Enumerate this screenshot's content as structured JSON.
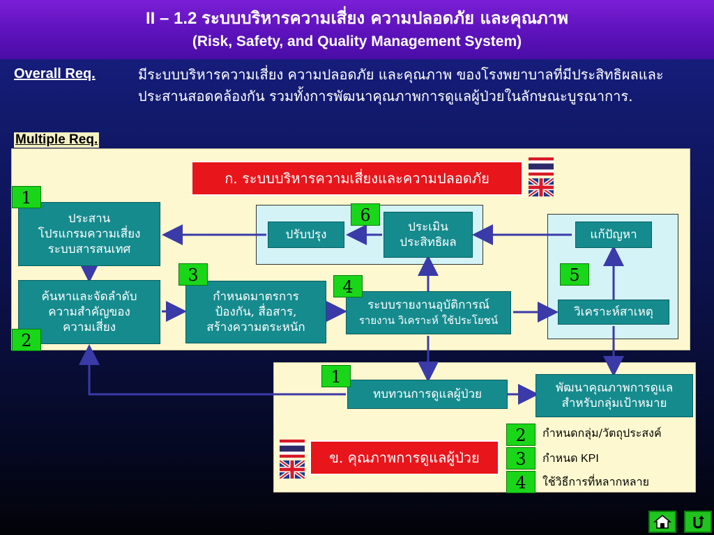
{
  "title": {
    "main_prefix": "II – 1.2",
    "main_thai": "ระบบบริหารความเสี่ยง ความปลอดภัย และคุณภาพ",
    "sub": "(Risk, Safety, and Quality Management System)"
  },
  "overall": {
    "label": "Overall Req.",
    "text": "มีระบบบริหารความเสี่ยง ความปลอดภัย และคุณภาพ ของโรงพยาบาลที่มีประสิทธิผลและประสานสอดคล้องกัน รวมทั้งการพัฒนาคุณภาพการดูแลผู้ป่วยในลักษณะบูรณาการ."
  },
  "multiple_label": "Multiple Req.",
  "section_a": {
    "header": "ก. ระบบบริหารความเสี่ยงและความปลอดภัย",
    "box_coordinate": "ประสาน โปรแกรมความเสี่ยง ระบบสารสนเทศ",
    "box_coordinate_lines": [
      "ประสาน",
      "โปรแกรมความเสี่ยง",
      "ระบบสารสนเทศ"
    ],
    "box_prioritize_lines": [
      "ค้นหาและจัดลำดับ",
      "ความสำคัญของ",
      "ความเสี่ยง"
    ],
    "box_prevent_lines": [
      "กำหนดมาตรการ",
      "ป้องกัน, สื่อสาร,",
      "สร้างความตระหนัก"
    ],
    "box_report_line1": "ระบบรายงานอุบัติการณ์",
    "box_report_line2": "รายงาน วิเคราะห์ ใช้ประโยชน์",
    "box_improve": "ปรับปรุง",
    "box_evaluate_lines": [
      "ประเมิน",
      "ประสิทธิผล"
    ],
    "box_fix": "แก้ปัญหา",
    "box_rootcause": "วิเคราะห์สาเหตุ",
    "nums": [
      "1",
      "2",
      "3",
      "4",
      "5",
      "6"
    ]
  },
  "section_b": {
    "header": "ข. คุณภาพการดูแลผู้ป่วย",
    "box_review": "ทบทวนการดูแลผู้ป่วย",
    "box_develop_lines": [
      "พัฒนาคุณภาพการดูแล",
      "สำหรับกลุ่มเป้าหมาย"
    ],
    "nums": [
      "1",
      "2",
      "3",
      "4"
    ],
    "legend": [
      "กำหนดกลุ่ม/วัตถุประสงค์",
      "กำหนด KPI",
      "ใช้วิธีการที่หลากหลาย"
    ]
  },
  "colors": {
    "teal": "#158b8e",
    "red": "#e8151b",
    "green": "#19d619",
    "panel": "#fdf8cf",
    "subpanel_blue": "#d4f3f7",
    "arrow": "#3a3aa8"
  },
  "icons": {
    "home": "home-icon",
    "return": "return-icon"
  }
}
